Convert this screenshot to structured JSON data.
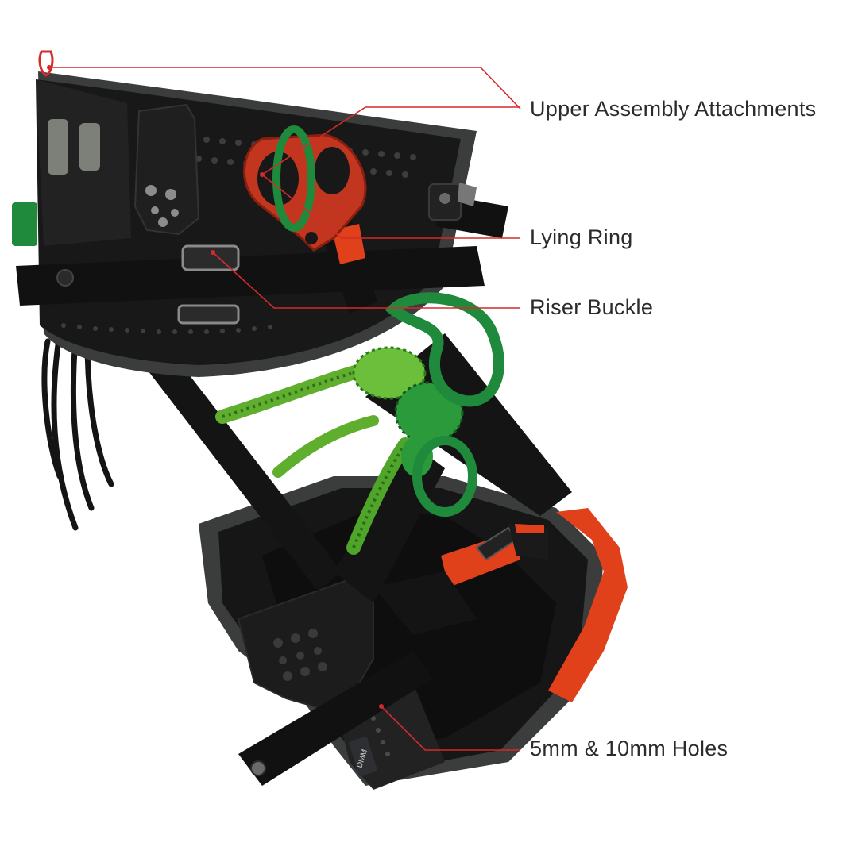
{
  "callouts": {
    "upper_assembly": "Upper Assembly Attachments",
    "lying_ring": "Lying Ring",
    "riser_buckle": "Riser Buckle",
    "holes": "5mm & 10mm Holes"
  },
  "brand_mark": "DMM",
  "colors": {
    "leader_line": "#d42a2a",
    "label_text": "#2b2b2b",
    "harness_black": "#161616",
    "padding_grey": "#3a3d3b",
    "accent_orange": "#e0401a",
    "ring_green": "#1f8a3c",
    "rope_green": "#5fae2e"
  }
}
